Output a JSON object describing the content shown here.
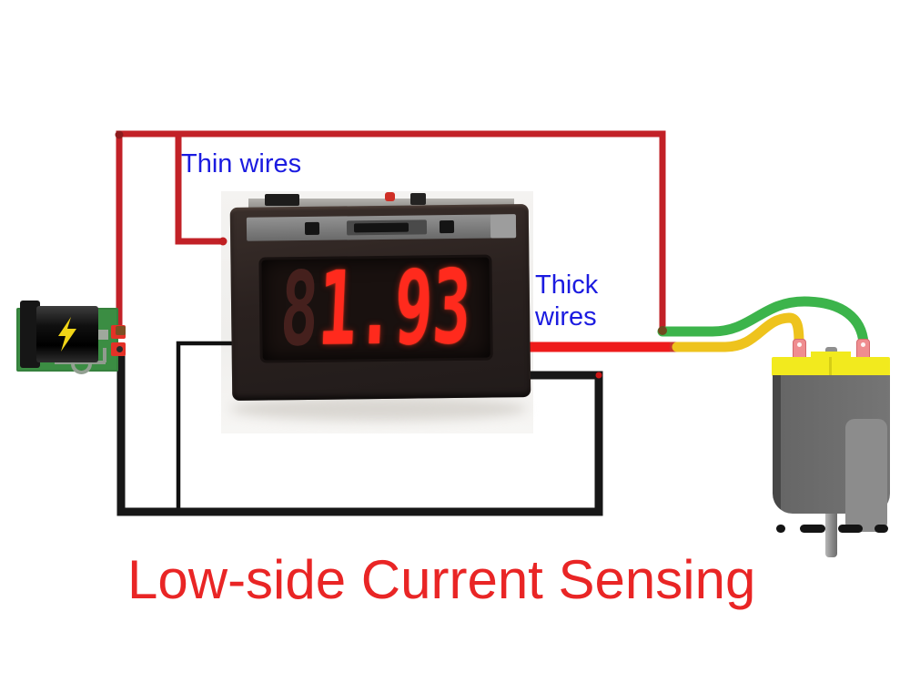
{
  "labels": {
    "thin_wires": "Thin wires",
    "thick_wires_line1": "Thick",
    "thick_wires_line2": "wires",
    "title": "Low-side Current Sensing"
  },
  "meter": {
    "ghost_digit": "8",
    "reading": "1.93"
  },
  "colors": {
    "thin_wire_red": "#c22127",
    "thick_wire_red": "#ee1b1b",
    "wire_black": "#171717",
    "wire_green": "#3cb44b",
    "wire_yellow": "#eec31d",
    "label_blue": "#1b1be0",
    "title_red": "#e92525",
    "digit_red": "#ff2a1d",
    "display_bg": "#19110f",
    "pcb_green": "#3b8d43",
    "motor_cap_yellow": "#f2ea1e",
    "terminal_pink": "#ef8d90"
  }
}
